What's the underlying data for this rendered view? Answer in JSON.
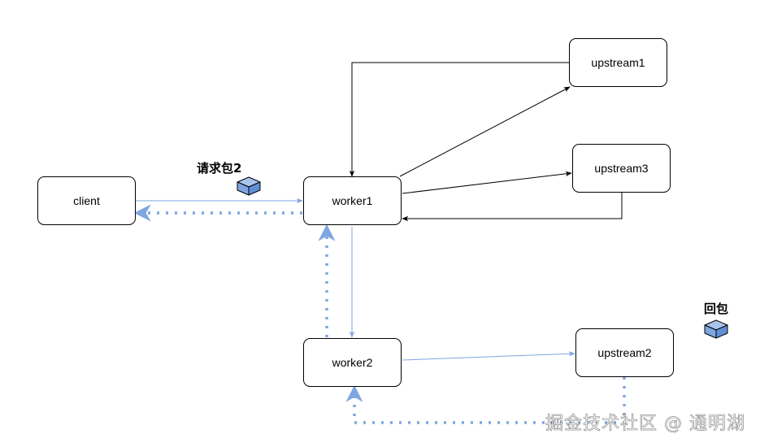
{
  "nodes": {
    "client": "client",
    "worker1": "worker1",
    "worker2": "worker2",
    "upstream1": "upstream1",
    "upstream2": "upstream2",
    "upstream3": "upstream3"
  },
  "labels": {
    "request_packet": "请求包2",
    "response_packet": "回包"
  },
  "watermark": "掘金技术社区 @ 通明湖",
  "colors": {
    "edge_solid": "#000000",
    "edge_blue": "#7ea6e0",
    "packet_fill": "#7ea6e0",
    "packet_stroke": "#000000"
  },
  "icons": [
    "packet-icon",
    "packet-icon"
  ]
}
